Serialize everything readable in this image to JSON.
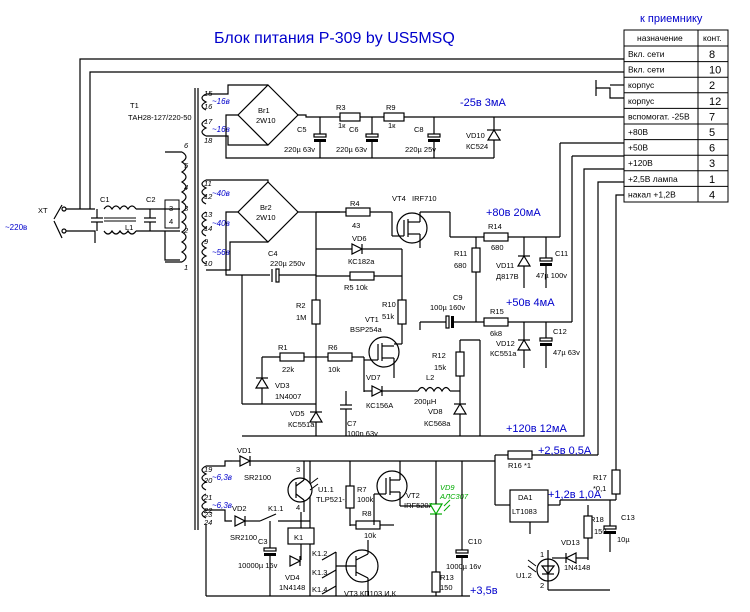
{
  "title": "Блок питания Р-309 by US5MSQ",
  "connector": {
    "heading": "к приемнику",
    "col_name": "назначение",
    "col_pin": "конт.",
    "rows": [
      {
        "name": "Вкл. сети",
        "pin": "8"
      },
      {
        "name": "Вкл. сети",
        "pin": "10"
      },
      {
        "name": "корпус",
        "pin": "2"
      },
      {
        "name": "корпус",
        "pin": "12"
      },
      {
        "name": "вспомогат. -25В",
        "pin": "7"
      },
      {
        "name": "+80В",
        "pin": "5"
      },
      {
        "name": "+50В",
        "pin": "6"
      },
      {
        "name": "+120В",
        "pin": "3"
      },
      {
        "name": "+2,5В лампа",
        "pin": "1"
      },
      {
        "name": "накал +1,2В",
        "pin": "4"
      }
    ]
  },
  "voltages": {
    "v_m25": "-25в 3мА",
    "v80": "+80в 20мА",
    "v50": "+50в 4мА",
    "v120": "+120в 12мА",
    "v25": "+2,5в 0,5А",
    "v12": "+1,2в 1,0А",
    "v35": "+3,5в"
  },
  "input": {
    "xt": "XT",
    "mains": "~220в"
  },
  "transformer": {
    "ref": "T1",
    "type": "ТАН28-127/220-50",
    "pins": [
      "15",
      "16",
      "17",
      "18",
      "6",
      "5",
      "4",
      "3",
      "2",
      "1",
      "11",
      "12",
      "13",
      "14",
      "9",
      "10",
      "19",
      "20",
      "21",
      "22",
      "23",
      "24"
    ],
    "windings": [
      "~16в",
      "~16в",
      "~40в",
      "~40в",
      "~56в",
      "~6,3в",
      "~6,3в"
    ]
  },
  "components": {
    "C1": "C1",
    "C2": "C2",
    "L1": "L1",
    "Br1": "Br1",
    "Br1v": "2W10",
    "Br2": "Br2",
    "Br2v": "2W10",
    "C5": "C5",
    "C5v": "220µ 63v",
    "C6": "C6",
    "C6v": "220µ 63v",
    "C8": "C8",
    "C8v": "220µ 25v",
    "R3": "R3",
    "R3v": "1к",
    "R9": "R9",
    "R9v": "1к",
    "VD10": "VD10",
    "VD10v": "КС524",
    "R4": "R4",
    "R4v": "43",
    "VT4": "VT4",
    "VT4v": "IRF710",
    "VD6": "VD6",
    "VD6v": "КС182а",
    "C4": "C4",
    "C4v": "220µ 250v",
    "R5": "R5 10k",
    "R2": "R2",
    "R2v": "1M",
    "R10": "R10",
    "R10v": "51k",
    "VT1": "VT1",
    "VT1v": "BSP254a",
    "R1": "R1",
    "R1v": "22k",
    "R6": "R6",
    "R6v": "10k",
    "VD3": "VD3",
    "VD3v": "1N4007",
    "VD7": "VD7",
    "VD7v": "КС156А",
    "L2": "L2",
    "L2v": "200µH",
    "VD5": "VD5",
    "VD5v": "КС551а",
    "C7": "C7",
    "C7v": "100n 63v",
    "R12": "R12",
    "R12v": "15k",
    "VD8": "VD8",
    "VD8v": "КС568а",
    "R11": "R11",
    "R11v": "680",
    "R14": "R14",
    "R14v": "680",
    "C11": "C11",
    "C11v": "47µ 100v",
    "VD11": "VD11",
    "VD11v": "Д817В",
    "C9": "C9",
    "C9v": "100µ 160v",
    "R15": "R15",
    "R15v": "6k8",
    "C12": "C12",
    "C12v": "47µ 63v",
    "VD12": "VD12",
    "VD12v": "КС551а",
    "VD1": "VD1",
    "VD1v": "SR2100",
    "VD2": "VD2",
    "VD2v": "SR2100",
    "U1": "U1.1",
    "U1v": "TLP521-1",
    "U12": "U1.2",
    "VT2": "VT2",
    "VT2v": "IRF520A",
    "R7": "R7",
    "R7v": "100k",
    "R8": "R8",
    "R8v": "10k",
    "VD9": "VD9",
    "VD9v": "АЛС307",
    "K11": "K1.1",
    "K1": "K1",
    "K12": "K1.2",
    "K13": "K1.3",
    "K14": "K1.4",
    "C3": "C3",
    "C3v": "10000µ 16v",
    "VD4": "VD4",
    "VD4v": "1N4148",
    "VT3": "VT3  КП103 И,К",
    "R13": "R13",
    "R13v": "150",
    "C10": "C10",
    "C10v": "1000µ 16v",
    "R16": "R16",
    "R16v": "*1",
    "R17": "R17",
    "R17v": "*0,1",
    "DA1": "DA1",
    "DA1v": "LT1083",
    "R18": "R18",
    "R18v": "150",
    "C13": "C13",
    "C13v": "10µ",
    "VD13": "VD13",
    "VD13v": "1N4148"
  },
  "pin_marks": {
    "p3": "3",
    "p4": "4",
    "p1": "1",
    "p2": "2"
  }
}
